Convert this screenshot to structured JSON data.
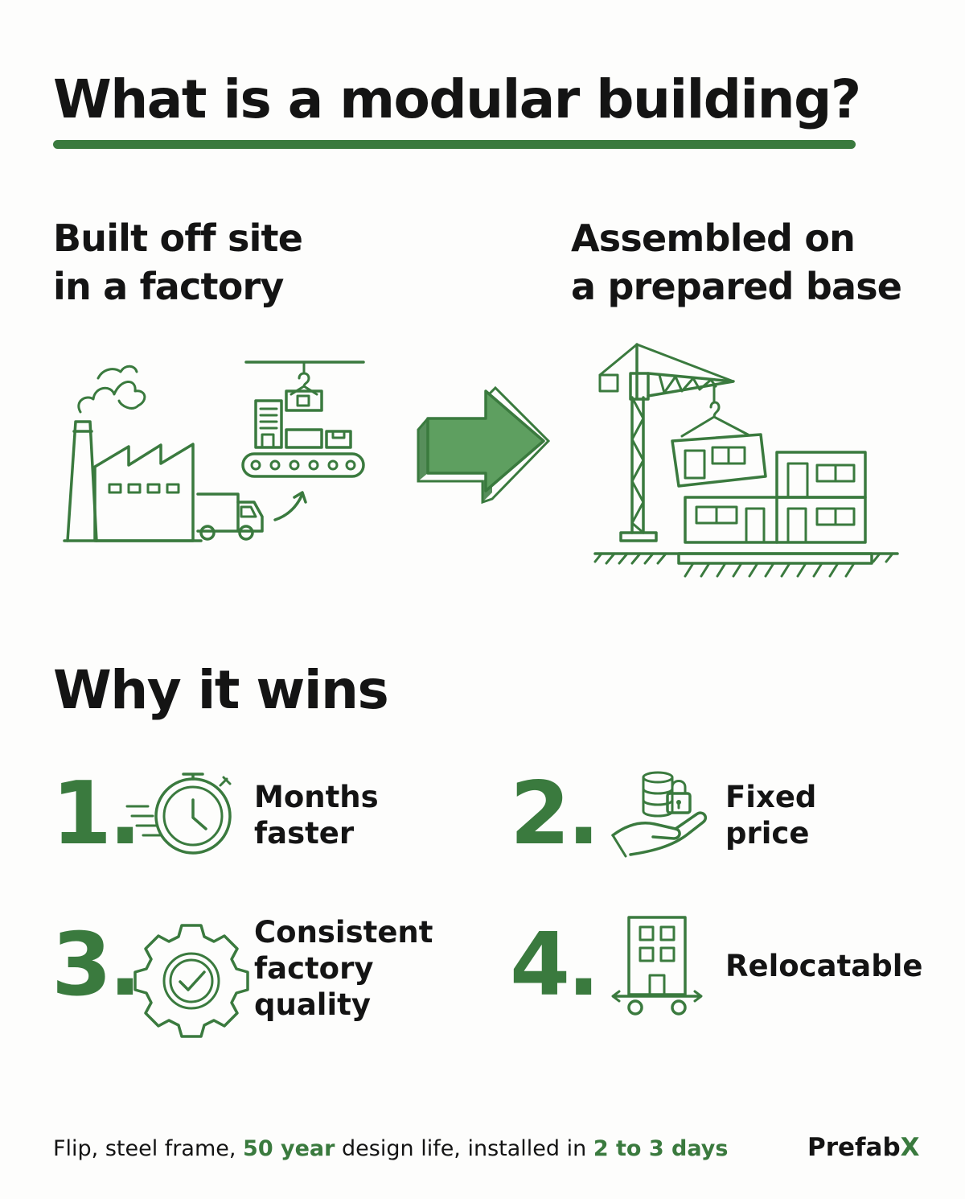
{
  "title": "What is a modular building?",
  "steps": [
    {
      "lines": [
        "Built off site",
        "in a factory"
      ]
    },
    {
      "lines": [
        "Assembled on",
        "a prepared base"
      ]
    }
  ],
  "why_heading": "Why it wins",
  "benefits": [
    {
      "number": "1.",
      "lines": [
        "Months",
        "faster"
      ],
      "icon": "stopwatch-icon"
    },
    {
      "number": "2.",
      "lines": [
        "Fixed",
        "price"
      ],
      "icon": "locked-coins-hand-icon"
    },
    {
      "number": "3.",
      "lines": [
        "Consistent",
        "factory",
        "quality"
      ],
      "icon": "gear-check-icon"
    },
    {
      "number": "4.",
      "lines": [
        "Relocatable"
      ],
      "icon": "building-on-wheels-icon"
    }
  ],
  "footer": {
    "part1": "Flip, steel frame, ",
    "highlight1": "50 year",
    "part2": " design life, installed in ",
    "highlight2": "2 to 3 days"
  },
  "brand": {
    "main": "Prefab",
    "accent": "X"
  },
  "colors": {
    "accent": "#3a7a3e",
    "arrow_fill": "#5e9f60",
    "text": "#141414"
  }
}
